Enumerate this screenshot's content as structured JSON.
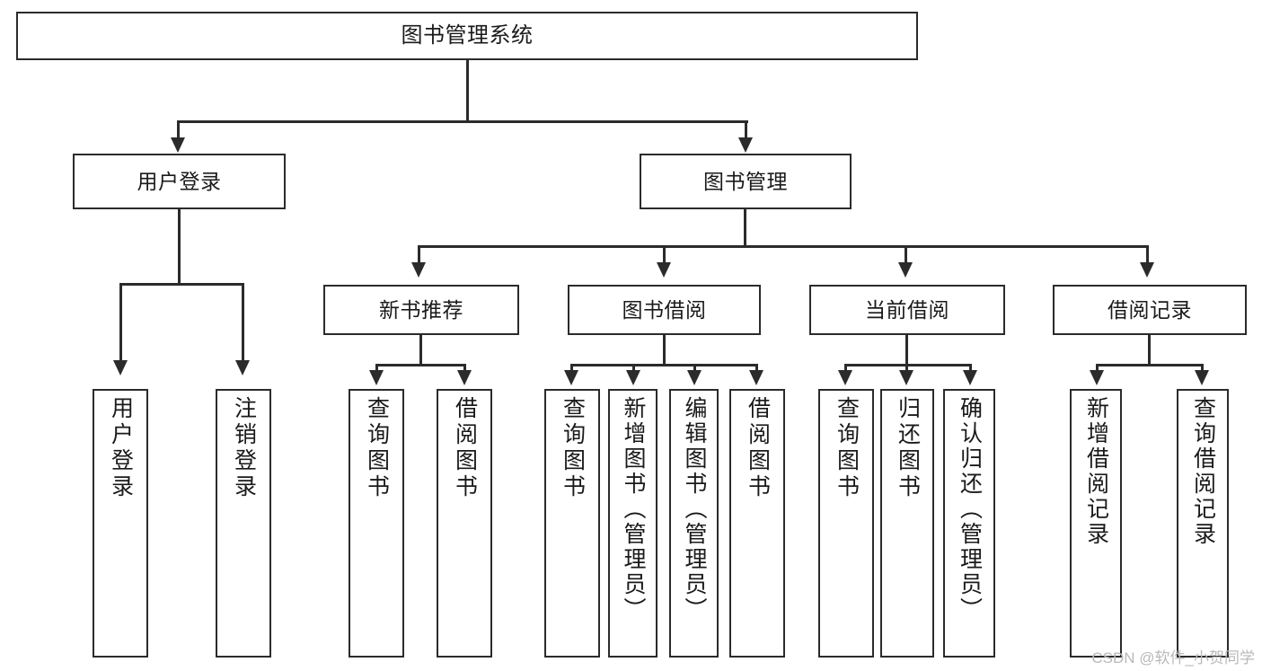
{
  "diagram": {
    "title": "图书管理系统",
    "watermark": "CSDN @软件_小贺同学",
    "colors": {
      "stroke": "#2b2b2b",
      "fill": "#ffffff",
      "text": "#1a1a1a",
      "watermark": "#b9b9b9"
    },
    "levels": {
      "root": "图书管理系统",
      "level2": [
        "用户登录",
        "图书管理"
      ],
      "level3": [
        "新书推荐",
        "图书借阅",
        "当前借阅",
        "借阅记录"
      ]
    },
    "nodes": {
      "root": {
        "label": "图书管理系统"
      },
      "user_login": {
        "label": "用户登录"
      },
      "book_manage": {
        "label": "图书管理"
      },
      "new_book_rec": {
        "label": "新书推荐"
      },
      "book_borrow": {
        "label": "图书借阅"
      },
      "current_borrow": {
        "label": "当前借阅"
      },
      "borrow_record": {
        "label": "借阅记录"
      },
      "leaf_user_login": {
        "label": "用户登录"
      },
      "leaf_user_logout": {
        "label": "注销登录"
      },
      "leaf_query_book_1": {
        "label": "查询图书"
      },
      "leaf_borrow_book_1": {
        "label": "借阅图书"
      },
      "leaf_query_book_2": {
        "label": "查询图书"
      },
      "leaf_add_book": {
        "label": "新增图书（管理员）"
      },
      "leaf_edit_book": {
        "label": "编辑图书（管理员）"
      },
      "leaf_borrow_book_2": {
        "label": "借阅图书"
      },
      "leaf_query_book_3": {
        "label": "查询图书"
      },
      "leaf_return_book": {
        "label": "归还图书"
      },
      "leaf_confirm_return": {
        "label": "确认归还（管理员）"
      },
      "leaf_add_record": {
        "label": "新增借阅记录"
      },
      "leaf_query_record": {
        "label": "查询借阅记录"
      }
    }
  }
}
